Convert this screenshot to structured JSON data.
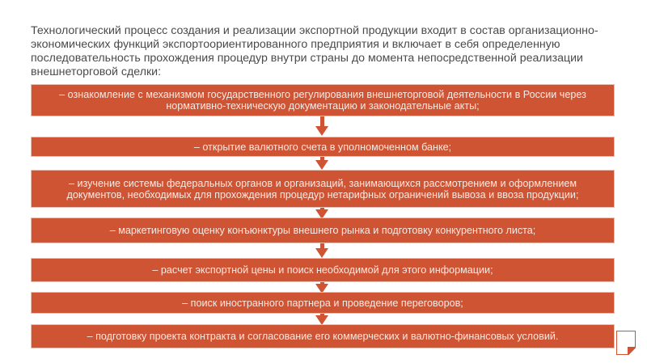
{
  "intro": "Технологический процесс создания и реализации экспортной продукции входит в состав организационно-экономических функций экспортоориентированного предприятия и включает в себя определенную последовательность прохождения процедур внутри страны до момента непосредственной реализации внешнеторговой сделки:",
  "steps": [
    "– ознакомление с механизмом государственного регулирования внешнеторговой деятельности в России через нормативно-техническую документацию и законодательные акты;",
    "– открытие валютного счета в уполномоченном банке;",
    "– изучение системы федеральных органов и организаций, занимающихся рассмотрением и оформлением документов, необходимых для прохождения процедур нетарифных ограничений вывоза и ввоза продукции;",
    "– маркетинговую оценку конъюнктуры внешнего рынка и подготовку конкурентного листа;",
    "– расчет экспортной цены и поиск необходимой для этого информации;",
    "– поиск иностранного партнера и проведение переговоров;",
    "– подготовку проекта контракта и согласование его коммерческих и валютно-финансовых условий."
  ],
  "colors": {
    "step_fill": "#cf5434",
    "step_text": "#fbe9e2",
    "intro_text": "#4a4a4a"
  },
  "icons": {
    "corner": "page-curl-icon"
  }
}
